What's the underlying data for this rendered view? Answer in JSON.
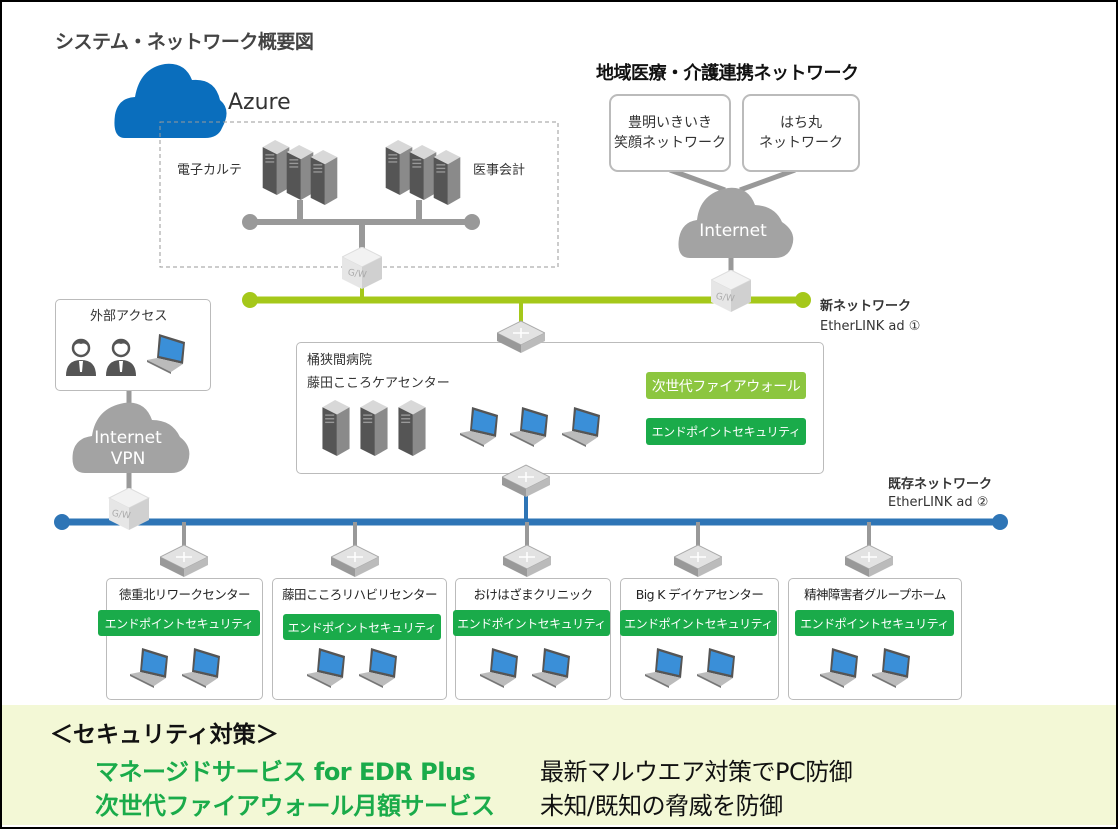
{
  "title": "システム・ネットワーク概要図",
  "azure": {
    "label": "Azure",
    "systems": [
      "電子カルテ",
      "医事会計"
    ]
  },
  "regional": {
    "title": "地域医療・介護連携ネットワーク",
    "networks": [
      {
        "line1": "豊明いきいき",
        "line2": "笑顔ネットワーク"
      },
      {
        "line1": "はち丸",
        "line2": "ネットワーク"
      }
    ],
    "cloud": "Internet"
  },
  "gateway_label": "G/W",
  "new_network": {
    "name": "新ネットワーク",
    "product": "EtherLINK ad ①"
  },
  "existing_network": {
    "name": "既存ネットワーク",
    "product": "EtherLINK ad ②"
  },
  "external_access": {
    "title": "外部アクセス",
    "cloud_line1": "Internet",
    "cloud_line2": "VPN"
  },
  "hospital": {
    "line1": "桶狭間病院",
    "line2": "藤田こころケアセンター",
    "firewall": "次世代ファイアウォール",
    "endpoint": "エンドポイントセキュリティ"
  },
  "sites": [
    {
      "name": "徳重北リワークセンター",
      "endpoint": "エンドポイントセキュリティ"
    },
    {
      "name": "藤田こころリハビリセンター",
      "endpoint": "エンドポイントセキュリティ"
    },
    {
      "name": "おけはざまクリニック",
      "endpoint": "エンドポイントセキュリティ"
    },
    {
      "name": "Big K デイケアセンター",
      "endpoint": "エンドポイントセキュリティ"
    },
    {
      "name": "精神障害者グループホーム",
      "endpoint": "エンドポイントセキュリティ"
    }
  ],
  "security": {
    "heading": "＜セキュリティ対策＞",
    "items": [
      {
        "service": "マネージドサービス for EDR Plus",
        "description": "最新マルウエア対策でPC防御"
      },
      {
        "service": "次世代ファイアウォール月額サービス",
        "description": "未知/既知の脅威を防御"
      }
    ]
  },
  "colors": {
    "new_network": "#a5c81a",
    "existing_network": "#2e75b6",
    "azure": "#0a6ebd",
    "endpoint": "#1aab4a",
    "firewall": "#8cc63f",
    "security_panel": "#f3f8d6"
  }
}
